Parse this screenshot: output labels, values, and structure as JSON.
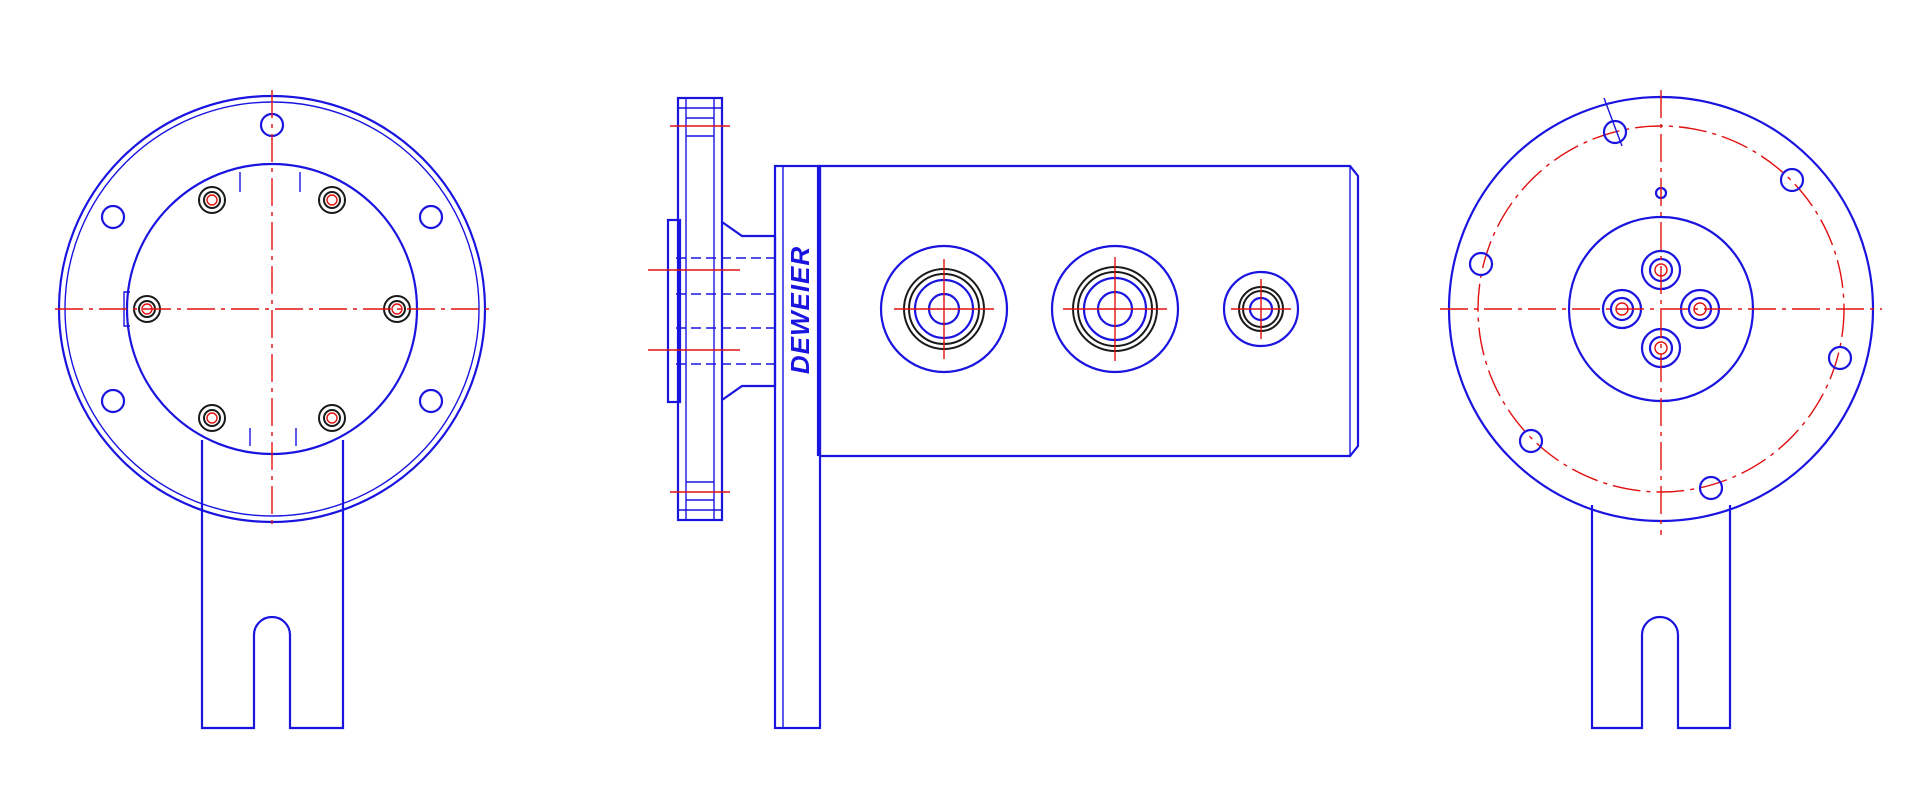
{
  "drawing": {
    "brand_text": "DEWEIER",
    "colors": {
      "outline": "#1a14e0",
      "centerline": "#e01010",
      "fastener": "#1a1a1a",
      "background": "#ffffff"
    },
    "views": [
      "front-view",
      "side-view",
      "rear-view"
    ]
  }
}
